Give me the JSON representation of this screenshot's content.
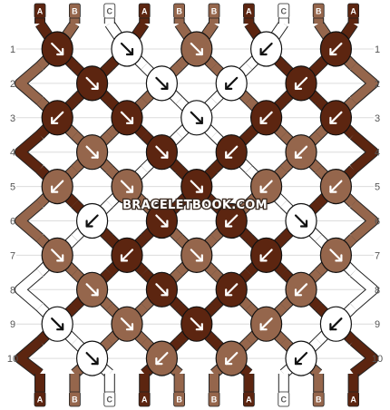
{
  "watermark": "BRACELETBOOK.COM",
  "colors": {
    "A": "#5c2510",
    "B": "#95664c",
    "C": "#ffffff"
  },
  "strands_top": [
    "A",
    "B",
    "C",
    "A",
    "B",
    "B",
    "A",
    "C",
    "B",
    "A"
  ],
  "strands_bottom": [
    "A",
    "B",
    "C",
    "A",
    "B",
    "B",
    "A",
    "C",
    "B",
    "A"
  ],
  "row_numbers": [
    "1",
    "2",
    "3",
    "4",
    "5",
    "6",
    "7",
    "8",
    "9",
    "10"
  ],
  "rows": [
    [
      [
        "A",
        "se"
      ],
      [
        "C",
        "se"
      ],
      [
        "B",
        "se"
      ],
      [
        "C",
        "sw"
      ],
      [
        "A",
        "sw"
      ]
    ],
    [
      [
        "A",
        "se"
      ],
      [
        "C",
        "se"
      ],
      [
        "C",
        "sw"
      ],
      [
        "A",
        "sw"
      ]
    ],
    [
      [
        "A",
        "sw"
      ],
      [
        "A",
        "se"
      ],
      [
        "C",
        "se"
      ],
      [
        "A",
        "sw"
      ],
      [
        "A",
        "sw"
      ]
    ],
    [
      [
        "B",
        "se"
      ],
      [
        "A",
        "se"
      ],
      [
        "A",
        "sw"
      ],
      [
        "B",
        "sw"
      ]
    ],
    [
      [
        "B",
        "sw"
      ],
      [
        "B",
        "se"
      ],
      [
        "A",
        "se"
      ],
      [
        "B",
        "sw"
      ],
      [
        "B",
        "sw"
      ]
    ],
    [
      [
        "C",
        "sw"
      ],
      [
        "A",
        "se"
      ],
      [
        "A",
        "sw"
      ],
      [
        "C",
        "se"
      ]
    ],
    [
      [
        "B",
        "se"
      ],
      [
        "A",
        "sw"
      ],
      [
        "B",
        "se"
      ],
      [
        "A",
        "sw"
      ],
      [
        "B",
        "se"
      ]
    ],
    [
      [
        "B",
        "se"
      ],
      [
        "A",
        "se"
      ],
      [
        "A",
        "sw"
      ],
      [
        "B",
        "sw"
      ]
    ],
    [
      [
        "C",
        "se"
      ],
      [
        "B",
        "se"
      ],
      [
        "A",
        "se"
      ],
      [
        "B",
        "sw"
      ],
      [
        "C",
        "sw"
      ]
    ],
    [
      [
        "C",
        "se"
      ],
      [
        "B",
        "sw"
      ],
      [
        "B",
        "sw"
      ],
      [
        "C",
        "sw"
      ]
    ]
  ]
}
